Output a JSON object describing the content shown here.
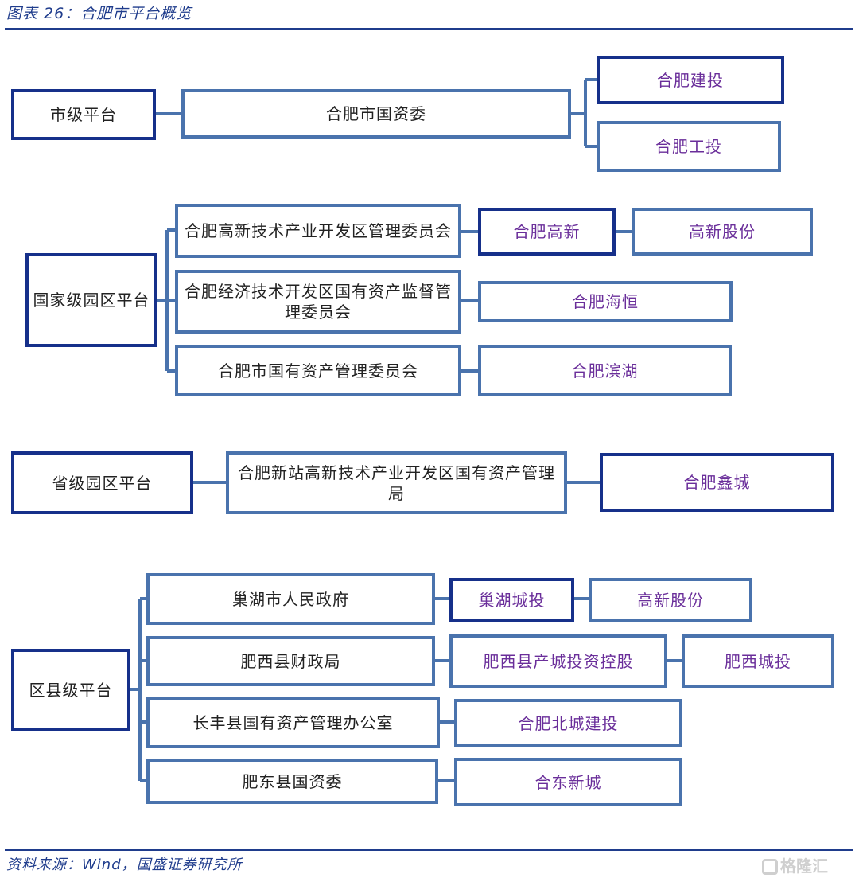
{
  "title": "图表 26：合肥市平台概览",
  "footer": "资料来源：Wind，国盛证券研究所",
  "watermark": "格隆汇",
  "colors": {
    "box_border": "#4a73ad",
    "dark_border": "#16308a",
    "platform_text": "#6a2e9a",
    "rule": "#1f3c8c"
  },
  "sections": {
    "city": {
      "label": "市级平台",
      "agency": "合肥市国资委",
      "platforms": [
        "合肥建投",
        "合肥工投"
      ]
    },
    "national": {
      "label": "国家级园区平台",
      "agencies": [
        "合肥高新技术产业开发区管理委员会",
        "合肥经济技术开发区国有资产监督管理委员会",
        "合肥市国有资产管理委员会"
      ],
      "platforms": [
        "合肥高新",
        "合肥海恒",
        "合肥滨湖"
      ],
      "sub_platforms": [
        "高新股份"
      ]
    },
    "provincial": {
      "label": "省级园区平台",
      "agency": "合肥新站高新技术产业开发区国有资产管理局",
      "platform": "合肥鑫城"
    },
    "county": {
      "label": "区县级平台",
      "agencies": [
        "巢湖市人民政府",
        "肥西县财政局",
        "长丰县国有资产管理办公室",
        "肥东县国资委"
      ],
      "platforms": [
        "巢湖城投",
        "肥西县产城投资控股",
        "合肥北城建投",
        "合东新城"
      ],
      "sub_platforms": [
        "高新股份",
        "肥西城投"
      ]
    }
  }
}
